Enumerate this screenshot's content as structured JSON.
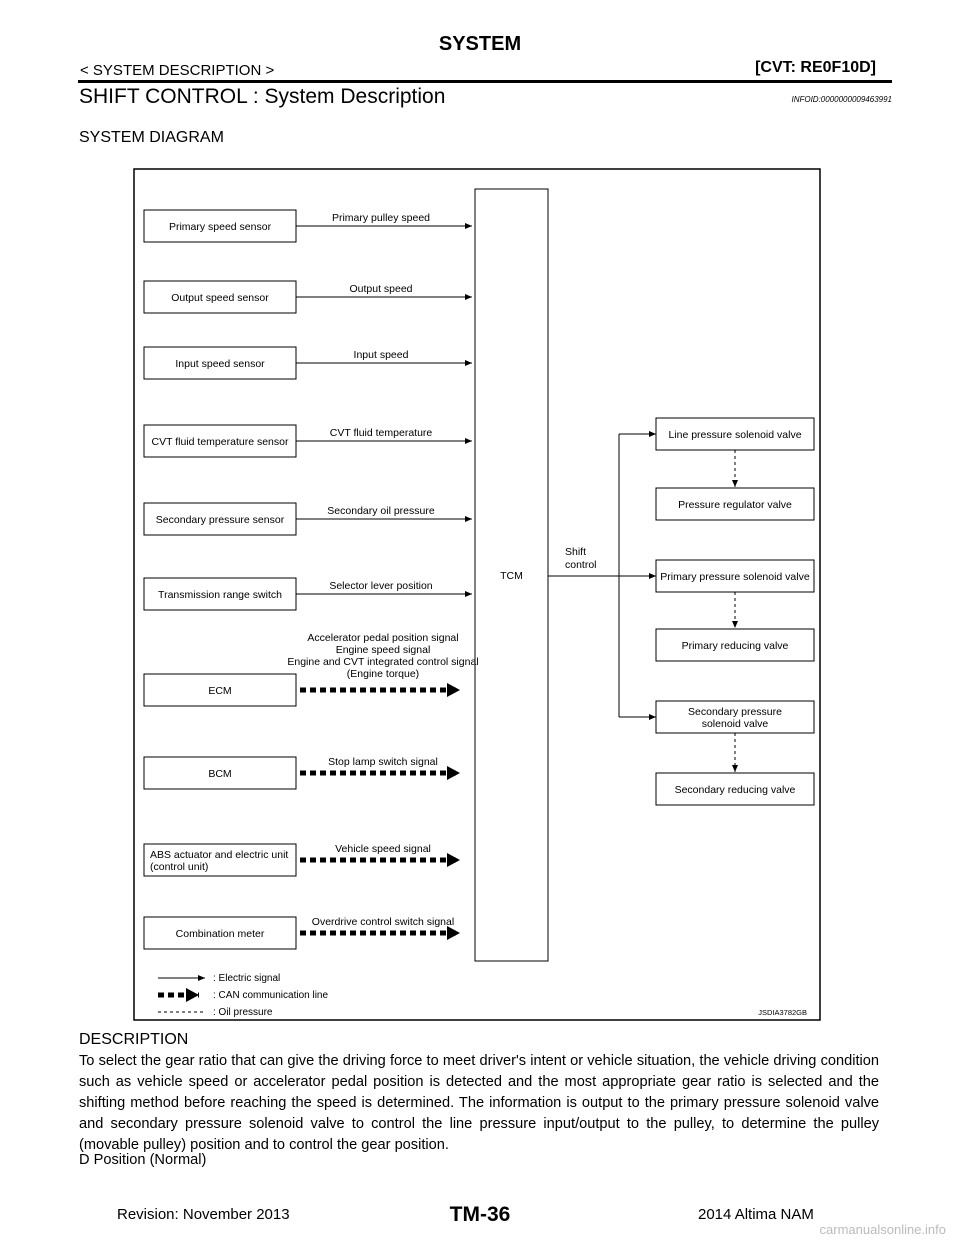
{
  "header": {
    "title": "SYSTEM",
    "left": "< SYSTEM DESCRIPTION >",
    "right": "[CVT: RE0F10D]"
  },
  "section": {
    "title": "SHIFT CONTROL : System Description",
    "info_id": "INFOID:0000000009463991",
    "subtitle": "SYSTEM DIAGRAM"
  },
  "diagram": {
    "inputs": [
      {
        "box": "Primary speed sensor",
        "signal": "Primary pulley speed"
      },
      {
        "box": "Output speed sensor",
        "signal": "Output speed"
      },
      {
        "box": "Input speed sensor",
        "signal": "Input speed"
      },
      {
        "box": "CVT fluid temperature sensor",
        "signal": "CVT fluid temperature"
      },
      {
        "box": "Secondary pressure sensor",
        "signal": "Secondary oil pressure"
      },
      {
        "box": "Transmission range switch",
        "signal": "Selector lever position"
      }
    ],
    "ecm": {
      "box": "ECM",
      "signals": [
        "Accelerator pedal position signal",
        "Engine speed signal",
        "Engine and CVT integrated control signal",
        "(Engine torque)"
      ]
    },
    "can_inputs": [
      {
        "box": "BCM",
        "signal": "Stop lamp switch signal"
      },
      {
        "box_lines": [
          "ABS actuator and electric unit",
          "(control unit)"
        ],
        "signal": "Vehicle speed signal"
      },
      {
        "box": "Combination meter",
        "signal": "Overdrive control switch signal"
      }
    ],
    "tcm": "TCM",
    "shift_control": [
      "Shift",
      "control"
    ],
    "outputs": [
      {
        "solenoid": [
          "Line pressure solenoid valve"
        ],
        "valve": "Pressure regulator valve"
      },
      {
        "solenoid": [
          "Primary pressure solenoid valve"
        ],
        "valve": "Primary reducing valve"
      },
      {
        "solenoid": [
          "Secondary pressure",
          "solenoid valve"
        ],
        "valve": "Secondary reducing valve"
      }
    ],
    "legend": [
      ": Electric signal",
      ": CAN communication line",
      ": Oil pressure"
    ],
    "code": "JSDIA3782GB"
  },
  "description": {
    "title": "DESCRIPTION",
    "text": "To select the gear ratio that can give the driving force to meet driver's intent or vehicle situation, the vehicle driving condition such as vehicle speed or accelerator pedal position is detected and the most appropriate gear ratio is selected and the shifting method before reaching the speed is determined. The information is output to the primary pressure solenoid valve and secondary pressure solenoid valve to control the line pressure input/output to the pulley, to determine the pulley (movable pulley) position and to control the gear position.",
    "position": "D Position (Normal)"
  },
  "footer": {
    "revision": "Revision: November 2013",
    "page": "TM-36",
    "model": "2014 Altima NAM",
    "watermark": "carmanualsonline.info"
  }
}
